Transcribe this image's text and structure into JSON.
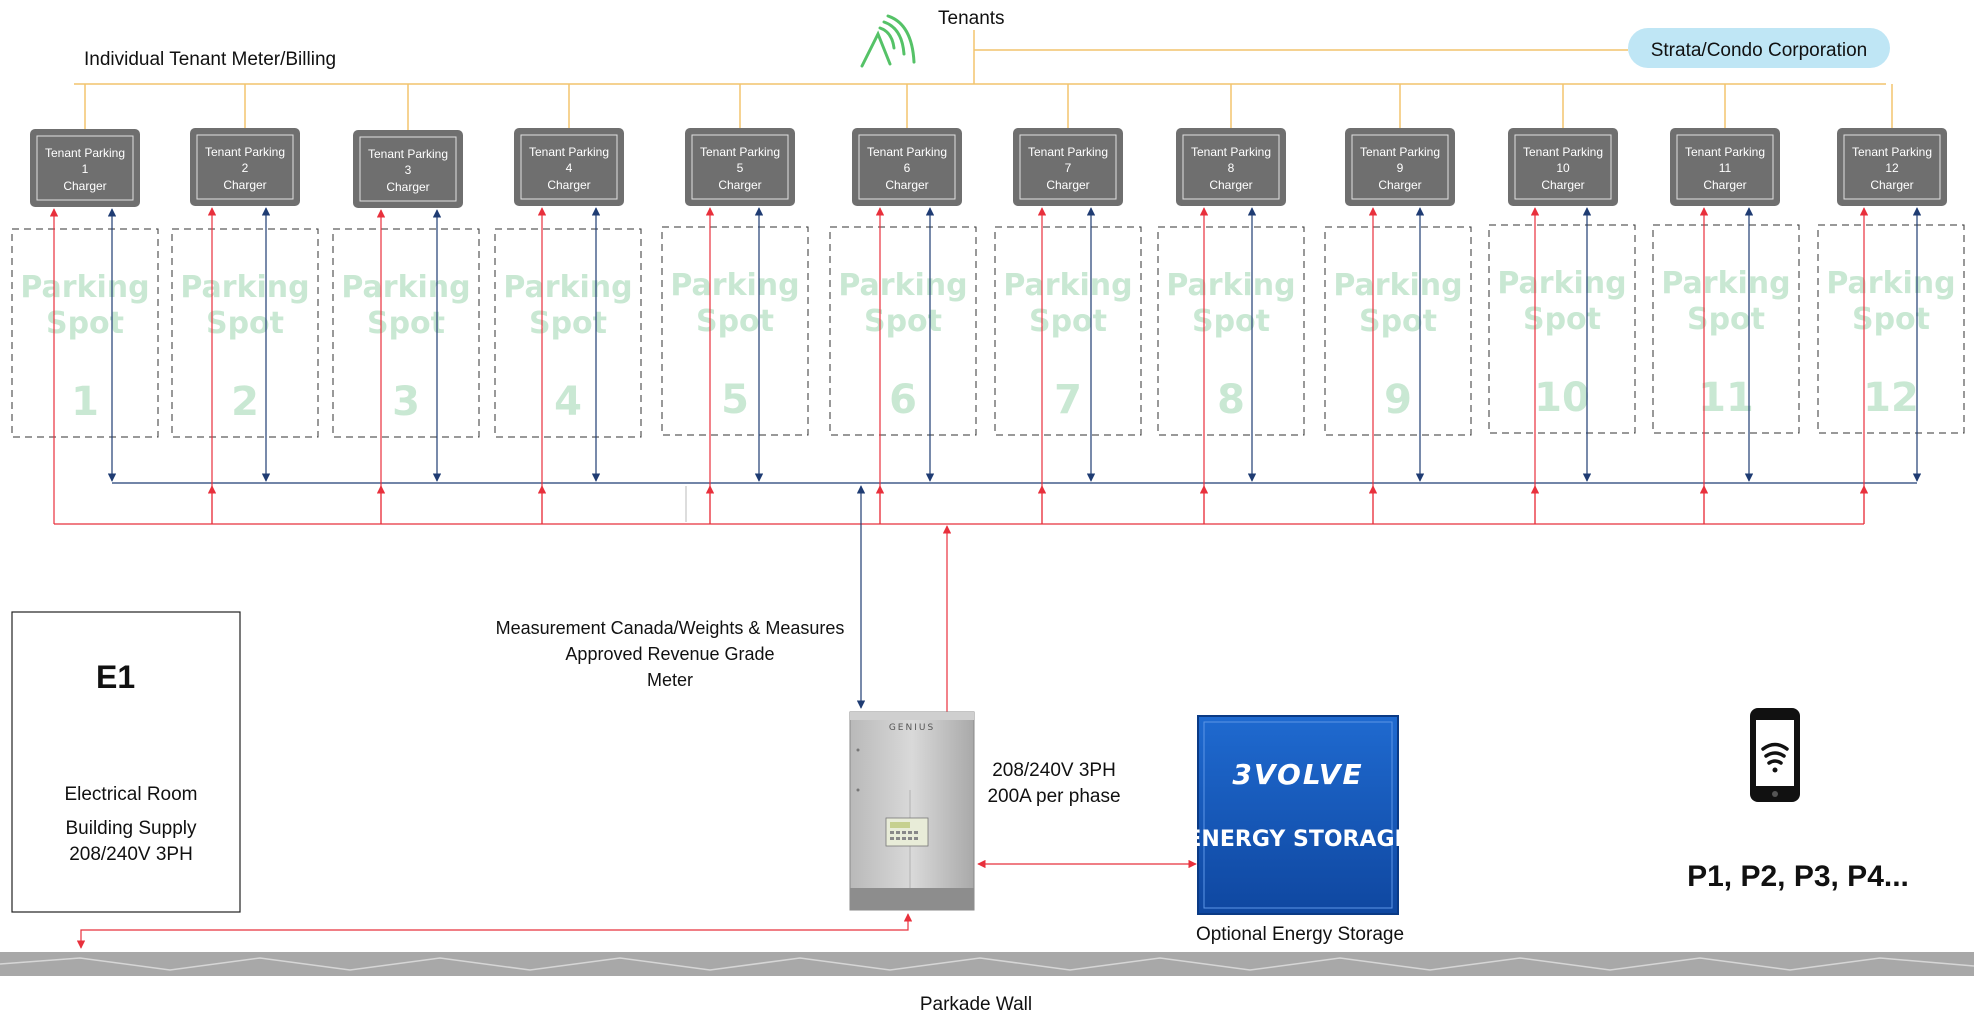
{
  "top": {
    "tenants_label": "Tenants",
    "meter_label": "Individual Tenant Meter/Billing",
    "strata_label": "Strata/Condo Corporation"
  },
  "chargers": [
    {
      "l1": "Tenant Parking",
      "num": "1",
      "l3": "Charger"
    },
    {
      "l1": "Tenant Parking",
      "num": "2",
      "l3": "Charger"
    },
    {
      "l1": "Tenant Parking",
      "num": "3",
      "l3": "Charger"
    },
    {
      "l1": "Tenant Parking",
      "num": "4",
      "l3": "Charger"
    },
    {
      "l1": "Tenant Parking",
      "num": "5",
      "l3": "Charger"
    },
    {
      "l1": "Tenant Parking",
      "num": "6",
      "l3": "Charger"
    },
    {
      "l1": "Tenant Parking",
      "num": "7",
      "l3": "Charger"
    },
    {
      "l1": "Tenant Parking",
      "num": "8",
      "l3": "Charger"
    },
    {
      "l1": "Tenant Parking",
      "num": "9",
      "l3": "Charger"
    },
    {
      "l1": "Tenant Parking",
      "num": "10",
      "l3": "Charger"
    },
    {
      "l1": "Tenant Parking",
      "num": "11",
      "l3": "Charger"
    },
    {
      "l1": "Tenant Parking",
      "num": "12",
      "l3": "Charger"
    }
  ],
  "spots": [
    {
      "line1": "Parking",
      "line2": "Spot",
      "num": "1"
    },
    {
      "line1": "Parking",
      "line2": "Spot",
      "num": "2"
    },
    {
      "line1": "Parking",
      "line2": "Spot",
      "num": "3"
    },
    {
      "line1": "Parking",
      "line2": "Spot",
      "num": "4"
    },
    {
      "line1": "Parking",
      "line2": "Spot",
      "num": "5"
    },
    {
      "line1": "Parking",
      "line2": "Spot",
      "num": "6"
    },
    {
      "line1": "Parking",
      "line2": "Spot",
      "num": "7"
    },
    {
      "line1": "Parking",
      "line2": "Spot",
      "num": "8"
    },
    {
      "line1": "Parking",
      "line2": "Spot",
      "num": "9"
    },
    {
      "line1": "Parking",
      "line2": "Spot",
      "num": "10"
    },
    {
      "line1": "Parking",
      "line2": "Spot",
      "num": "11"
    },
    {
      "line1": "Parking",
      "line2": "Spot",
      "num": "12"
    }
  ],
  "meter": {
    "caption_lines": [
      "Measurement Canada/Weights & Measures",
      "Approved Revenue Grade",
      "Meter"
    ],
    "brand": "GENIUS",
    "spec_lines": [
      "208/240V 3PH",
      "200A per phase"
    ]
  },
  "electrical_room": {
    "title": "E1",
    "lines": [
      "Electrical Room",
      "Building Supply",
      "208/240V 3PH"
    ]
  },
  "storage": {
    "logo": "3VOLVE",
    "label": "ENERGY STORAGE",
    "caption": "Optional Energy Storage"
  },
  "phone": {
    "icon": "smartphone-wifi-icon",
    "label": "P1, P2, P3, P4..."
  },
  "wall": {
    "label": "Parkade Wall"
  },
  "colors": {
    "orange_line": "#f2c46d",
    "red_line": "#e8303c",
    "blue_line": "#1f3c73",
    "charger_box": "#6f6f6f",
    "spot_text": "#c9e8d3",
    "strata_pill": "#bfe6f5",
    "storage_blue": "#1656b0",
    "wifi_green": "#55c267"
  }
}
